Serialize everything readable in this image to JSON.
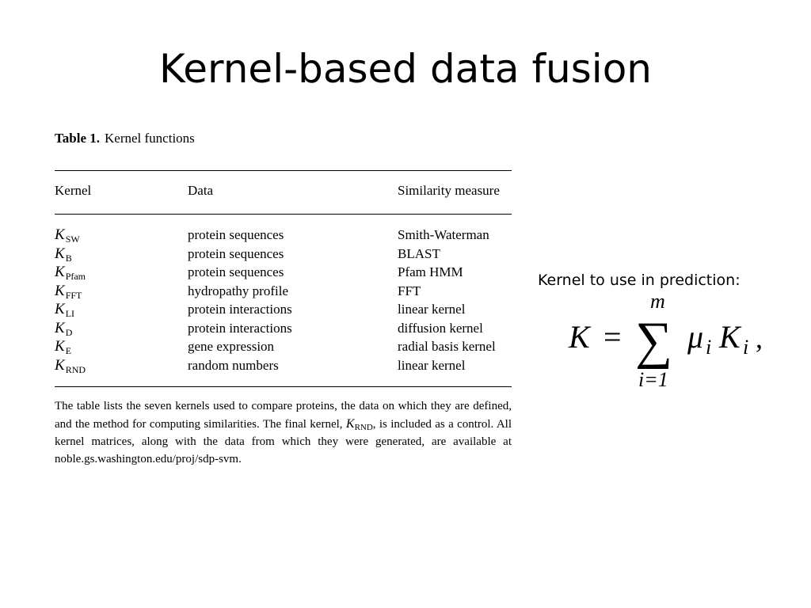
{
  "slide": {
    "title": "Kernel-based data fusion"
  },
  "table": {
    "caption_label": "Table 1.",
    "caption_text": "Kernel functions",
    "headers": {
      "kernel": "Kernel",
      "data": "Data",
      "measure": "Similarity measure"
    },
    "rows": [
      {
        "kernel_symbol": "K",
        "kernel_sub": "SW",
        "data": "protein sequences",
        "measure": "Smith-Waterman"
      },
      {
        "kernel_symbol": "K",
        "kernel_sub": "B",
        "data": "protein sequences",
        "measure": "BLAST"
      },
      {
        "kernel_symbol": "K",
        "kernel_sub": "Pfam",
        "data": "protein sequences",
        "measure": "Pfam HMM"
      },
      {
        "kernel_symbol": "K",
        "kernel_sub": "FFT",
        "data": "hydropathy profile",
        "measure": "FFT"
      },
      {
        "kernel_symbol": "K",
        "kernel_sub": "LI",
        "data": "protein interactions",
        "measure": "linear kernel"
      },
      {
        "kernel_symbol": "K",
        "kernel_sub": "D",
        "data": "protein interactions",
        "measure": "diffusion kernel"
      },
      {
        "kernel_symbol": "K",
        "kernel_sub": "E",
        "data": "gene expression",
        "measure": "radial basis kernel"
      },
      {
        "kernel_symbol": "K",
        "kernel_sub": "RND",
        "data": "random numbers",
        "measure": "linear kernel"
      }
    ],
    "footnote": {
      "part1": "The table lists the seven kernels used to compare proteins, the data on which they are defined, and the method for computing similarities. The final kernel, ",
      "kernel_symbol": "K",
      "kernel_sub": "RND",
      "part2": ", is included as a control. All kernel matrices, along with the data from which they were generated, are available at noble.gs.washington.edu/proj/sdp-svm."
    }
  },
  "side": {
    "label": "Kernel to use in prediction:",
    "formula": {
      "lhs": "K",
      "equals": "=",
      "sum_sign": "∑",
      "upper": "m",
      "lower": "i=1",
      "coef": "μ",
      "coef_sub": "i",
      "term": "K",
      "term_sub": "i",
      "trailing": ","
    }
  }
}
